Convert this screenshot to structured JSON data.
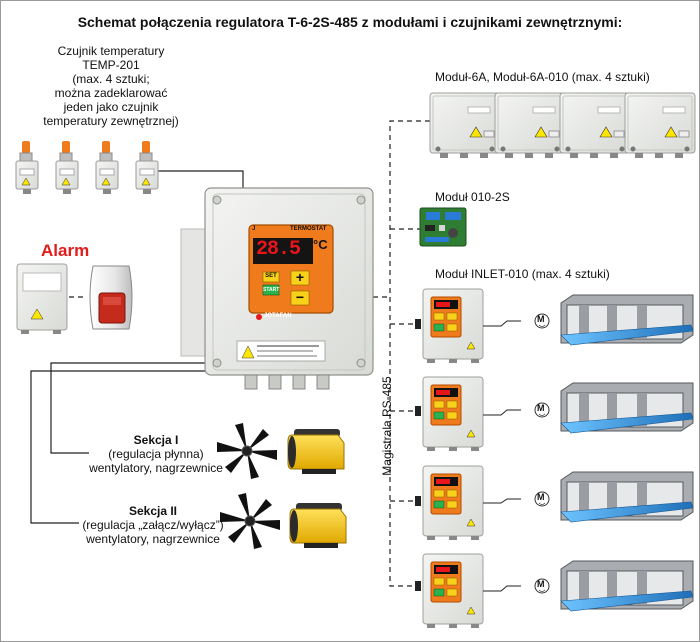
{
  "title": "Schemat połączenia regulatora T-6-2S-485 z modułami i czujnikami zewnętrznymi:",
  "sensor": {
    "line1": "Czujnik temperatury",
    "line2": "TEMP-201",
    "line3": "(max. 4 sztuki;",
    "line4": "można zadeklarować",
    "line5": "jeden jako czujnik",
    "line6": "temperatury zewnętrznej)"
  },
  "alarm": "Alarm",
  "controller": {
    "display": "28.5",
    "unit": "°C",
    "brand": "JOTAFAN",
    "name": "TERMOSTAT",
    "set": "SET",
    "start": "START",
    "plus": "+",
    "minus": "−"
  },
  "module6a": "Moduł-6A, Moduł-6A-010 (max. 4 sztuki)",
  "module010": "Moduł 010-2S",
  "inlet": "Moduł INLET-010 (max. 4 sztuki)",
  "bus": "Magistrala RS-485",
  "section1": {
    "title": "Sekcja I",
    "line1": "(regulacja płynna)",
    "line2": "wentylatory, nagrzewnice"
  },
  "section2": {
    "title": "Sekcja II",
    "line1": "(regulacja „załącz/wyłącz”)",
    "line2": "wentylatory, nagrzewnice"
  },
  "motor_symbol": "M",
  "colors": {
    "accent_orange": "#f07b1c",
    "display_red": "#e8151b",
    "heater_yellow": "#f2c500",
    "panel_blue": "#2f8fd6"
  }
}
